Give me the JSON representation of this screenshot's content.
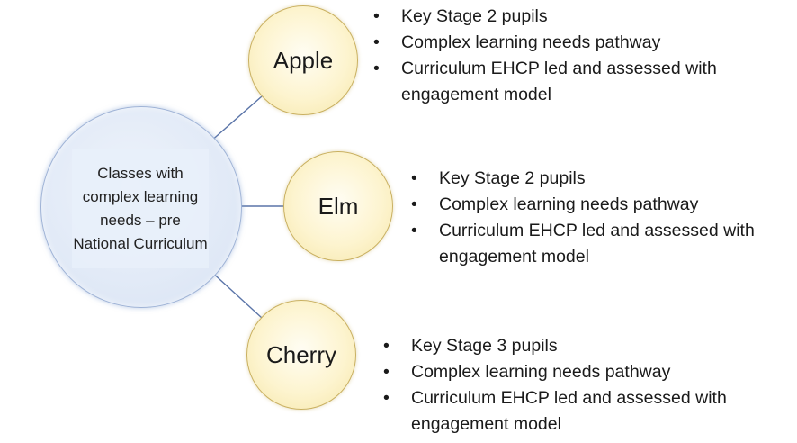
{
  "hub": {
    "label": "Classes with complex learning needs – pre National Curriculum"
  },
  "nodes": [
    {
      "name": "Apple",
      "bullets": [
        "Key Stage 2 pupils",
        "Complex learning needs pathway",
        "Curriculum EHCP led and assessed with engagement model"
      ]
    },
    {
      "name": "Elm",
      "bullets": [
        "Key Stage 2 pupils",
        "Complex learning needs pathway",
        "Curriculum EHCP led and assessed with engagement model"
      ]
    },
    {
      "name": "Cherry",
      "bullets": [
        "Key Stage 3 pupils",
        "Complex learning needs pathway",
        "Curriculum EHCP led and assessed with engagement model"
      ]
    }
  ],
  "colors": {
    "connector": "#5a74a8",
    "hub_fill": "#dfe8f6",
    "node_fill": "#fdf4cf"
  }
}
